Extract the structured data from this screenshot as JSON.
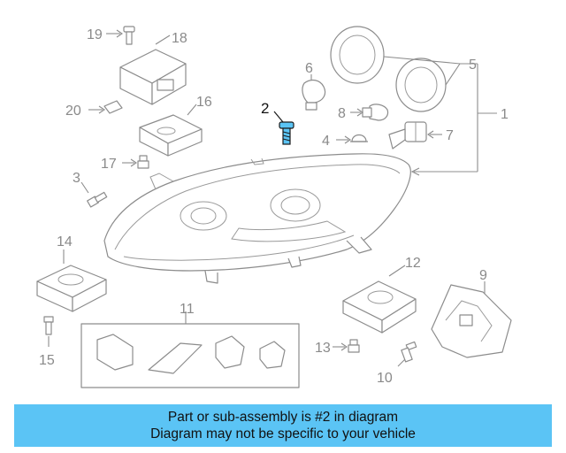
{
  "diagram": {
    "callouts": [
      "1",
      "2",
      "3",
      "4",
      "5",
      "6",
      "7",
      "8",
      "9",
      "10",
      "11",
      "12",
      "13",
      "14",
      "15",
      "16",
      "17",
      "18",
      "19",
      "20"
    ],
    "highlighted_part": "2",
    "colors": {
      "highlight": "#5bc4f5",
      "line": "#8c8c8c",
      "banner": "#5bc4f5"
    }
  },
  "banner": {
    "line1": "Part or sub-assembly is #2 in diagram",
    "line2": "Diagram may not be specific to your vehicle"
  }
}
